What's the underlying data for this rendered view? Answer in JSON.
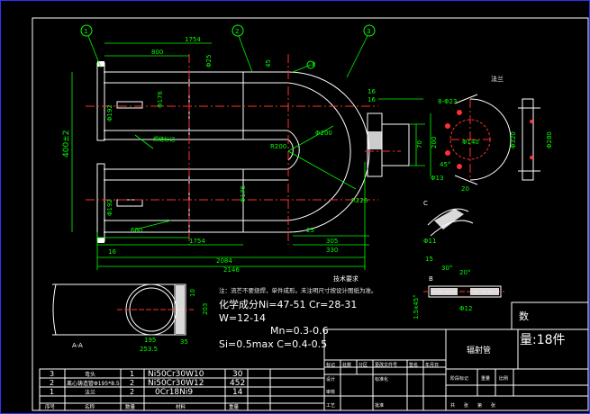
{
  "colors": {
    "background": "#000000",
    "outline": "#ffffff",
    "dimension": "#00ff00",
    "centerline": "#ff3030",
    "hatch": "#ffffff",
    "text": "#ffffff",
    "border": "#3030ff"
  },
  "balloons": [
    "1",
    "2",
    "3"
  ],
  "dims": {
    "top_1754": "1754",
    "inner_800": "800",
    "dia_25_top": "Φ25",
    "gap_45": "45",
    "height_400": "400±2",
    "dia_192a": "Φ192",
    "dia_192b": "Φ192",
    "dia_176a": "Φ176",
    "dia_176b": "Φ176",
    "r200": "R200",
    "r226": "R226",
    "dia_200": "Φ200",
    "dim_16": "16",
    "dim_16b": "16",
    "dim_70": "70",
    "dim_200": "200",
    "bottom_1754": "1754",
    "inner_600": "600",
    "dim_25": "25",
    "dim_305": "305",
    "dim_330": "330",
    "dim_2084": "2084",
    "dim_2146": "2146",
    "dim_16_left": "16",
    "dim_8": "8",
    "weld_label": "焊缝标记"
  },
  "flange": {
    "title": "法兰",
    "holes": "8-Φ23",
    "pcd": "Φ140",
    "od": "Φ320",
    "bore": "Φ280",
    "angle": "45°",
    "dim_13": "Φ13",
    "dim_20": "20",
    "detail_c": "C",
    "detail_b": "B",
    "dims_c": [
      "Φ11",
      "15",
      "30°"
    ],
    "dims_b": [
      "20°",
      "Φ12",
      "1.5x45°"
    ]
  },
  "section": {
    "title": "A-A",
    "dim_10": "10",
    "dim_203": "203",
    "dim_35": "35",
    "dim_195": "195",
    "dim_253": "253.5"
  },
  "notes": {
    "heading": "技术要求",
    "line1": "注：流芒不要烧焊，单件成形。未注明尺寸按设计图纸为准。",
    "line2": "化学成分Ni=47-51     Cr=28-31",
    "line3": "W=12-14",
    "line4": "Mn=0.3-0.6",
    "line5": "Si=0.5max   C=0.4-0.5"
  },
  "title_block": {
    "qty_label": "数",
    "qty_value": "量:18件",
    "part_name": "辐射管",
    "header_cells": [
      "标记",
      "处数",
      "分区",
      "更改文件号",
      "签名",
      "年月日"
    ],
    "role_cells": [
      "设计",
      "",
      "标准化",
      "",
      "",
      "阶段标记",
      "重量",
      "比例"
    ],
    "role_cells2": [
      "审核",
      "",
      "",
      "",
      ""
    ],
    "role_cells3": [
      "工艺",
      "",
      "批准",
      "",
      "共",
      "张",
      "第",
      "张"
    ]
  },
  "bom": {
    "headers": [
      "序号",
      "名称",
      "数量",
      "材料",
      "重量",
      "",
      ""
    ],
    "rows": [
      [
        "3",
        "弯头",
        "1",
        "Ni50Cr30W10",
        "30"
      ],
      [
        "2",
        "离心铸造管Φ195*8.5",
        "2",
        "Ni50Cr30W12",
        "452"
      ],
      [
        "1",
        "法兰",
        "2",
        "0Cr18Ni9",
        "14"
      ]
    ]
  }
}
